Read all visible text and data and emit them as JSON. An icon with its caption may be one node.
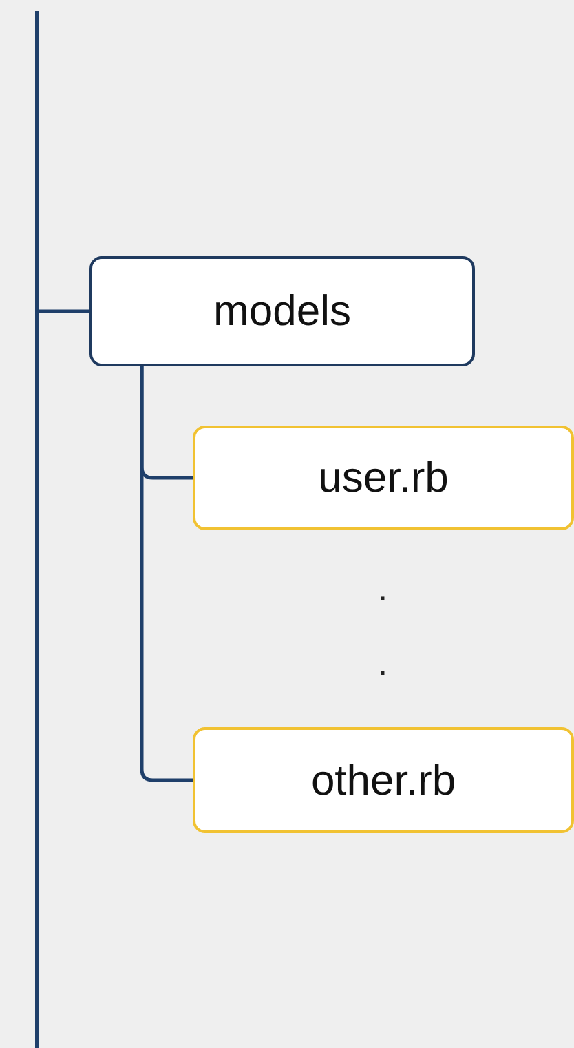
{
  "diagram": {
    "nodes": [
      {
        "text": [
          "models"
        ]
      },
      {
        "text": [
          "user.rb"
        ]
      },
      {
        "text": [
          "other.rb"
        ]
      }
    ],
    "edges": [
      {
        "from": null,
        "to": 0,
        "arrow": "none"
      },
      {
        "from": 0,
        "to": 1,
        "arrow": "none"
      },
      {
        "from": 0,
        "to": 2,
        "arrow": "none"
      }
    ],
    "labels": [
      ".",
      "."
    ]
  }
}
